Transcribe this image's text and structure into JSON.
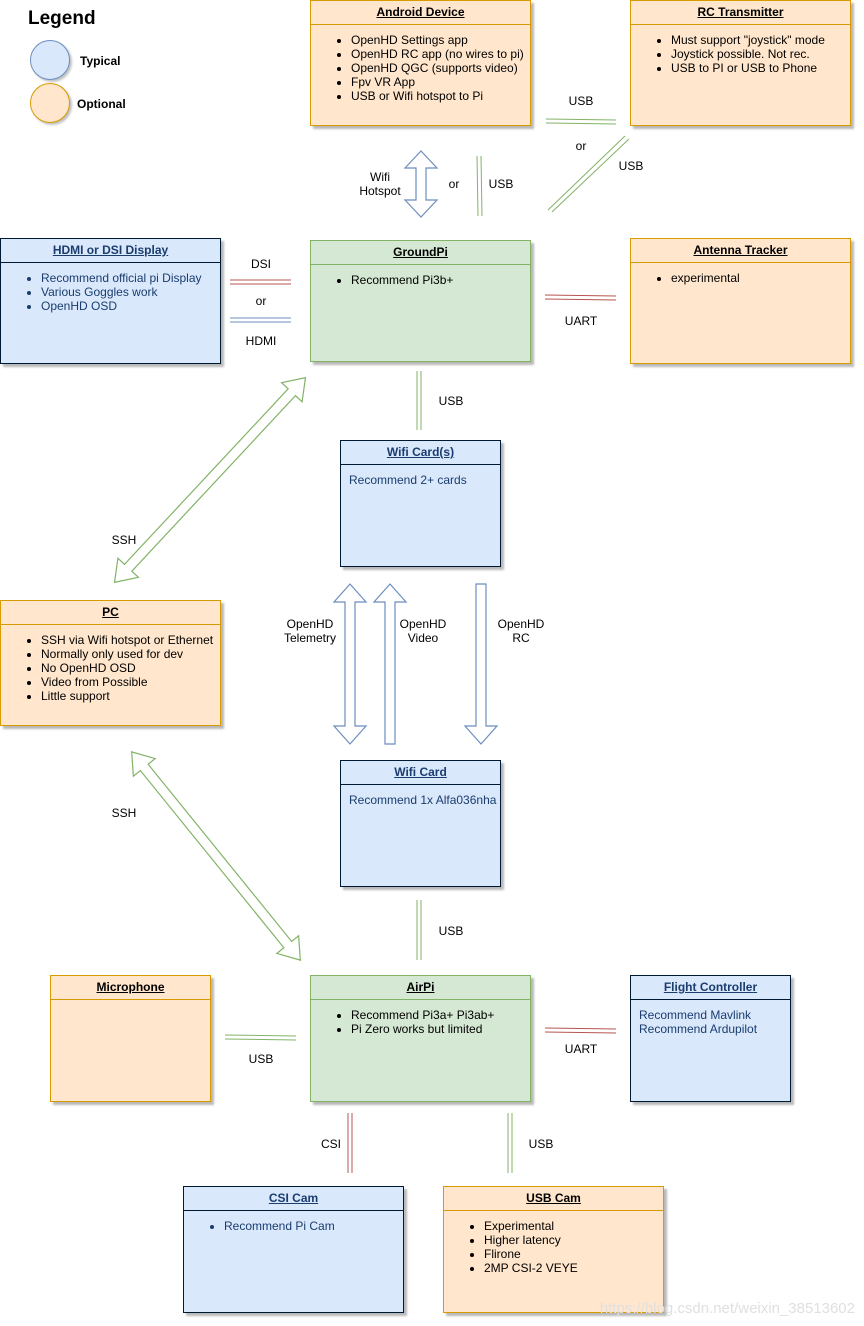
{
  "legend": {
    "title": "Legend",
    "typical": "Typical",
    "optional": "Optional",
    "typical_color": "#dae8fc",
    "optional_color": "#ffe6cc"
  },
  "boxes": {
    "android": {
      "title": "Android Device",
      "items": [
        "OpenHD Settings app",
        "OpenHD RC app (no wires to pi)",
        "OpenHD QGC (supports video)",
        "Fpv VR App",
        "USB or Wifi hotspot to Pi"
      ]
    },
    "rc": {
      "title": "RC Transmitter",
      "items": [
        "Must support \"joystick\" mode",
        "Joystick possible. Not rec.",
        "USB to PI or USB to Phone"
      ]
    },
    "hdmi": {
      "title": "HDMI or DSI Display",
      "items": [
        "Recommend official pi Display",
        "Various Goggles work",
        "OpenHD OSD"
      ]
    },
    "groundpi": {
      "title": "GroundPi",
      "items": [
        "Recommend Pi3b+"
      ]
    },
    "antenna": {
      "title": "Antenna Tracker",
      "items": [
        "experimental"
      ]
    },
    "wificards": {
      "title": "Wifi Card(s)",
      "text": "Recommend 2+ cards"
    },
    "pc": {
      "title": "PC",
      "items": [
        "SSH via Wifi hotspot or Ethernet",
        "Normally only used for dev",
        "No OpenHD OSD",
        "Video from Possible",
        "Little support"
      ]
    },
    "wificard": {
      "title": "Wifi Card",
      "text": "Recommend 1x Alfa036nha"
    },
    "microphone": {
      "title": "Microphone"
    },
    "airpi": {
      "title": "AirPi",
      "items": [
        "Recommend Pi3a+ Pi3ab+",
        "Pi Zero works but limited"
      ]
    },
    "fc": {
      "title": "Flight Controller",
      "lines": [
        "Recommend Mavlink",
        "Recommend Ardupilot"
      ]
    },
    "csicam": {
      "title": "CSI Cam",
      "items": [
        "Recommend Pi Cam"
      ]
    },
    "usbcam": {
      "title": "USB Cam",
      "items": [
        "Experimental",
        "Higher latency",
        "Flirone",
        "2MP CSI-2 VEYE"
      ]
    }
  },
  "labels": {
    "usb_android_rc": "USB",
    "or_rc": "or",
    "usb_rc_diag": "USB",
    "wifi_hotspot_1": "Wifi",
    "wifi_hotspot_2": "Hotspot",
    "or_android": "or",
    "usb_android": "USB",
    "dsi": "DSI",
    "or_display": "or",
    "hdmi": "HDMI",
    "uart_antenna": "UART",
    "usb_groundpi_wifi": "USB",
    "ssh_top": "SSH",
    "telemetry_1": "OpenHD",
    "telemetry_2": "Telemetry",
    "video_1": "OpenHD",
    "video_2": "Video",
    "rc_1": "OpenHD",
    "rc_2": "RC",
    "ssh_bottom": "SSH",
    "usb_wifi_airpi": "USB",
    "usb_mic": "USB",
    "uart_fc": "UART",
    "csi": "CSI",
    "usb_cam": "USB"
  },
  "link_colors": {
    "usb": "#82b366",
    "uart": "#b85450",
    "hdmi": "#6c8ebf",
    "arrow_blue_fill": "#ffffff",
    "arrow_blue_stroke": "#6c8ebf",
    "arrow_green_fill": "#ffffff",
    "arrow_green_stroke": "#82b366"
  },
  "watermark": "https://blog.csdn.net/weixin_38513602"
}
